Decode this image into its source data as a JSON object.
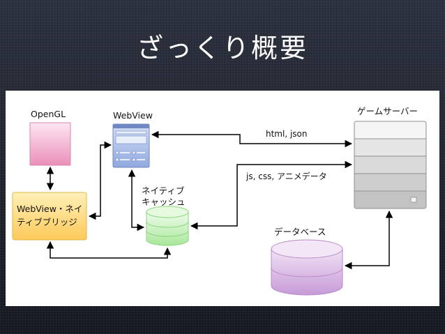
{
  "title": "ざっくり概要",
  "nodes": {
    "opengl": "OpenGL",
    "webview": "WebView",
    "bridge": "WebView・ネイティブブリッジ",
    "native_cache": "ネイティブキャッシュ",
    "game_server": "ゲームサーバー",
    "database": "データベース"
  },
  "edges": {
    "webview_server": "html, json",
    "cache_server": "js, css, アニメデータ"
  },
  "colors": {
    "opengl_fill": "#f0a8c8",
    "webview_fill": "#b8c8ee",
    "bridge_fill": "#ffe08a",
    "cache_fill": "#c4efb9",
    "server_fill": "#cfcfcf",
    "database_fill": "#d9b8e2"
  }
}
